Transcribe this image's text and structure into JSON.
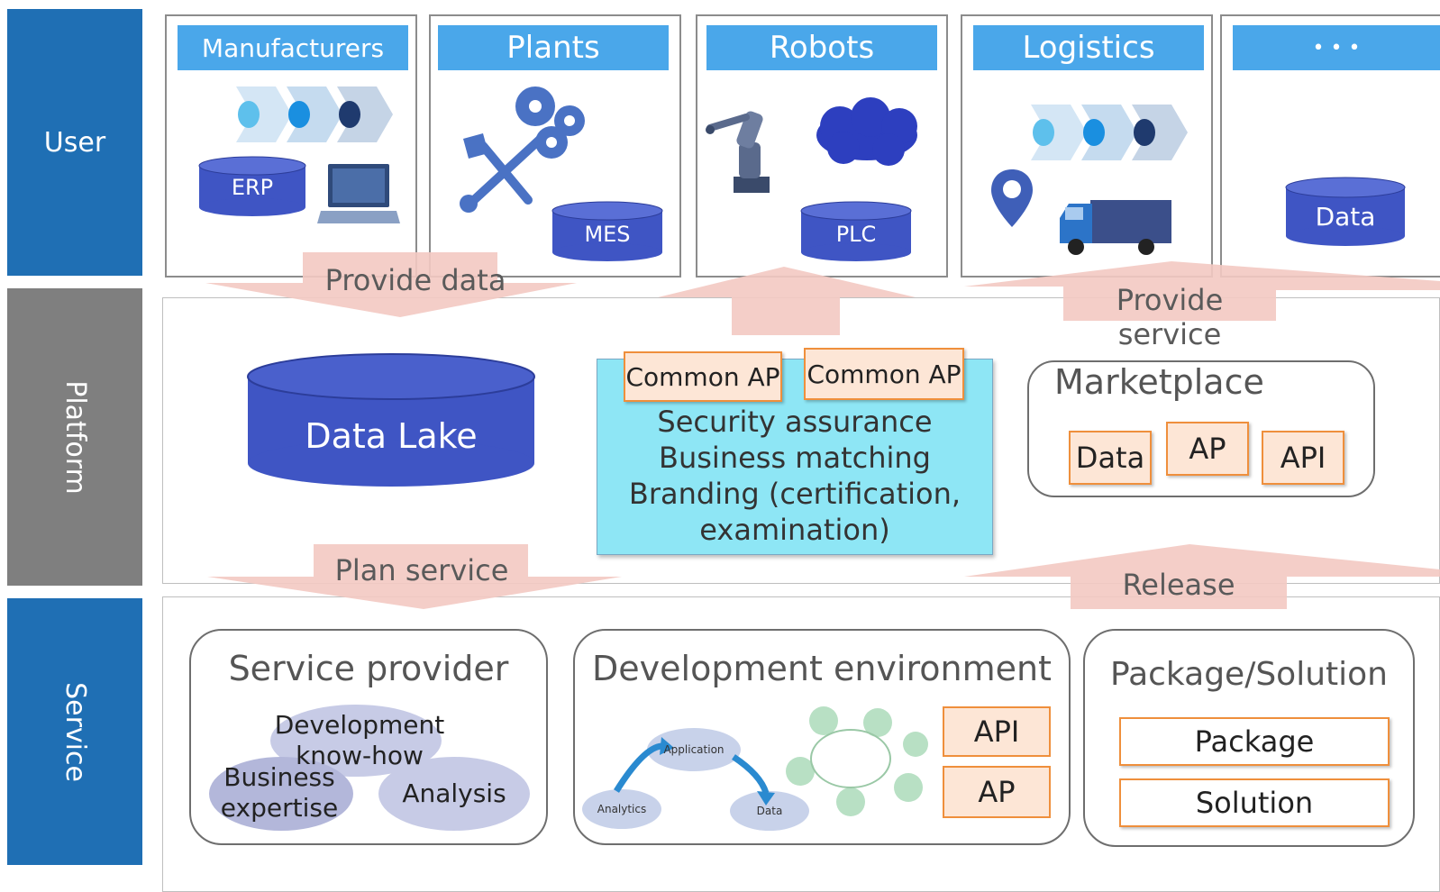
{
  "sidebar": {
    "user": "User",
    "platform": "Platform",
    "service": "Service"
  },
  "users": [
    {
      "title": "Manufacturers",
      "db_label": "ERP"
    },
    {
      "title": "Plants",
      "db_label": "MES"
    },
    {
      "title": "Robots",
      "db_label": "PLC"
    },
    {
      "title": "Logistics"
    },
    {
      "title": "• • •",
      "db_label": "Data"
    }
  ],
  "arrows": {
    "provide_data": "Provide data",
    "provide_service_1": "Provide",
    "provide_service_2": "service",
    "plan_service": "Plan service",
    "release": "Release"
  },
  "platform": {
    "data_lake": "Data Lake",
    "common_ap_1": "Common AP",
    "common_ap_2": "Common AP",
    "lines": [
      "Security assurance",
      "Business matching",
      "Branding (certification,",
      "examination)"
    ],
    "marketplace": {
      "title": "Marketplace",
      "items": [
        "Data",
        "AP",
        "API"
      ]
    }
  },
  "service": {
    "provider": {
      "title": "Service provider",
      "ellipses": [
        "Development know-how",
        "Business expertise",
        "Analysis"
      ]
    },
    "devenv": {
      "title": "Development environment",
      "items": [
        "API",
        "AP"
      ],
      "graphic_labels": {
        "application": "Application",
        "analytics": "Analytics",
        "data": "Data"
      }
    },
    "package": {
      "title": "Package/Solution",
      "items": [
        "Package",
        "Solution"
      ]
    }
  },
  "colors": {
    "user_blue": "#1f6fb4",
    "banner_blue": "#4aa7ea",
    "db_blue": "#3f55c4",
    "arrow_pink": "#f3c9c2",
    "orange": "#ef8f3c"
  }
}
